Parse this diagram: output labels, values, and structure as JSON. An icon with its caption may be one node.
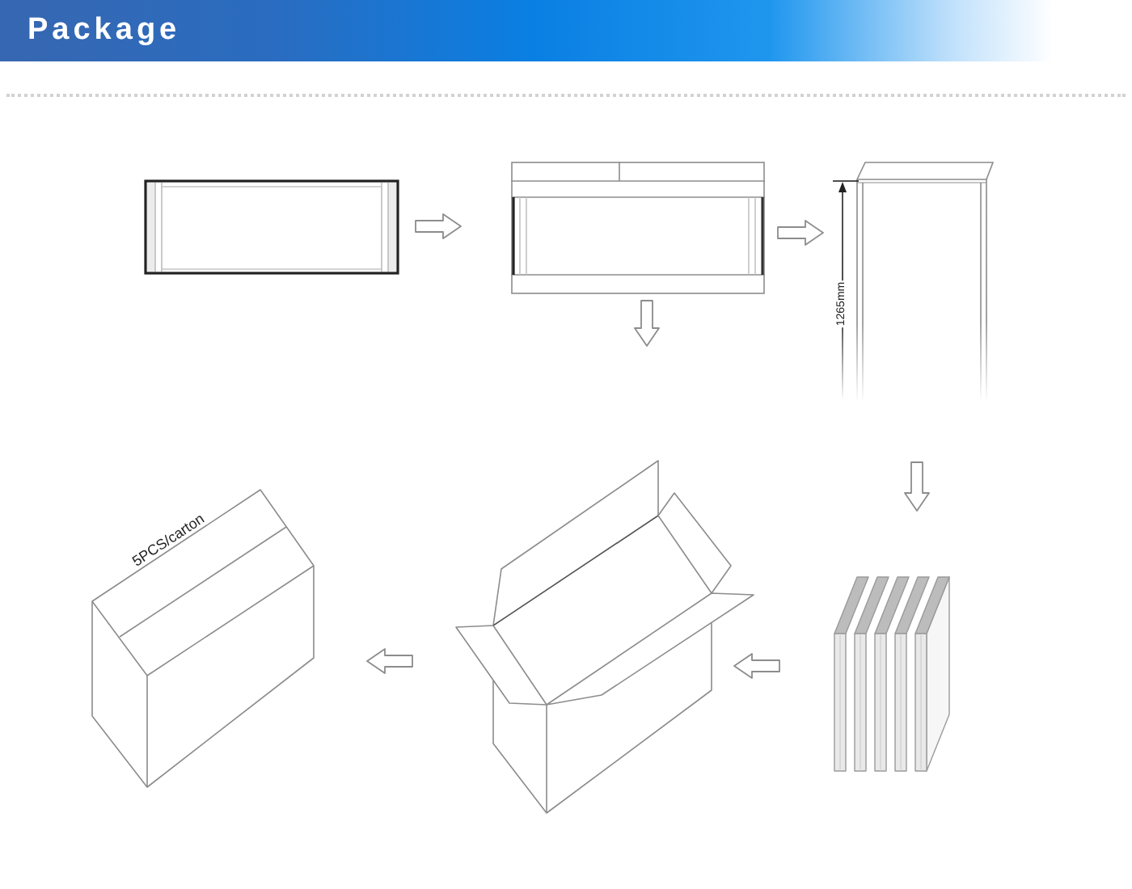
{
  "diagram": {
    "title": "Package",
    "nodes": [
      {
        "text": [],
        "shape": "picture"
      },
      {
        "text": [],
        "shape": "picture"
      },
      {
        "text": [],
        "shape": "picture"
      },
      {
        "text": [
          "5PCS/carton"
        ]
      },
      {
        "text": [],
        "shape": "picture"
      },
      {
        "text": [],
        "shape": "picture"
      }
    ],
    "edges": [
      {
        "from": 0,
        "to": 1,
        "arrow": "to"
      },
      {
        "from": 1,
        "to": 2,
        "arrow": "to"
      },
      {
        "from": 1,
        "to": null,
        "arrow": "to"
      },
      {
        "from": 2,
        "to": 5,
        "arrow": "to"
      },
      {
        "from": 5,
        "to": 4,
        "arrow": "to"
      },
      {
        "from": 4,
        "to": 3,
        "arrow": "to"
      }
    ],
    "labels": [
      "1265mm"
    ]
  }
}
